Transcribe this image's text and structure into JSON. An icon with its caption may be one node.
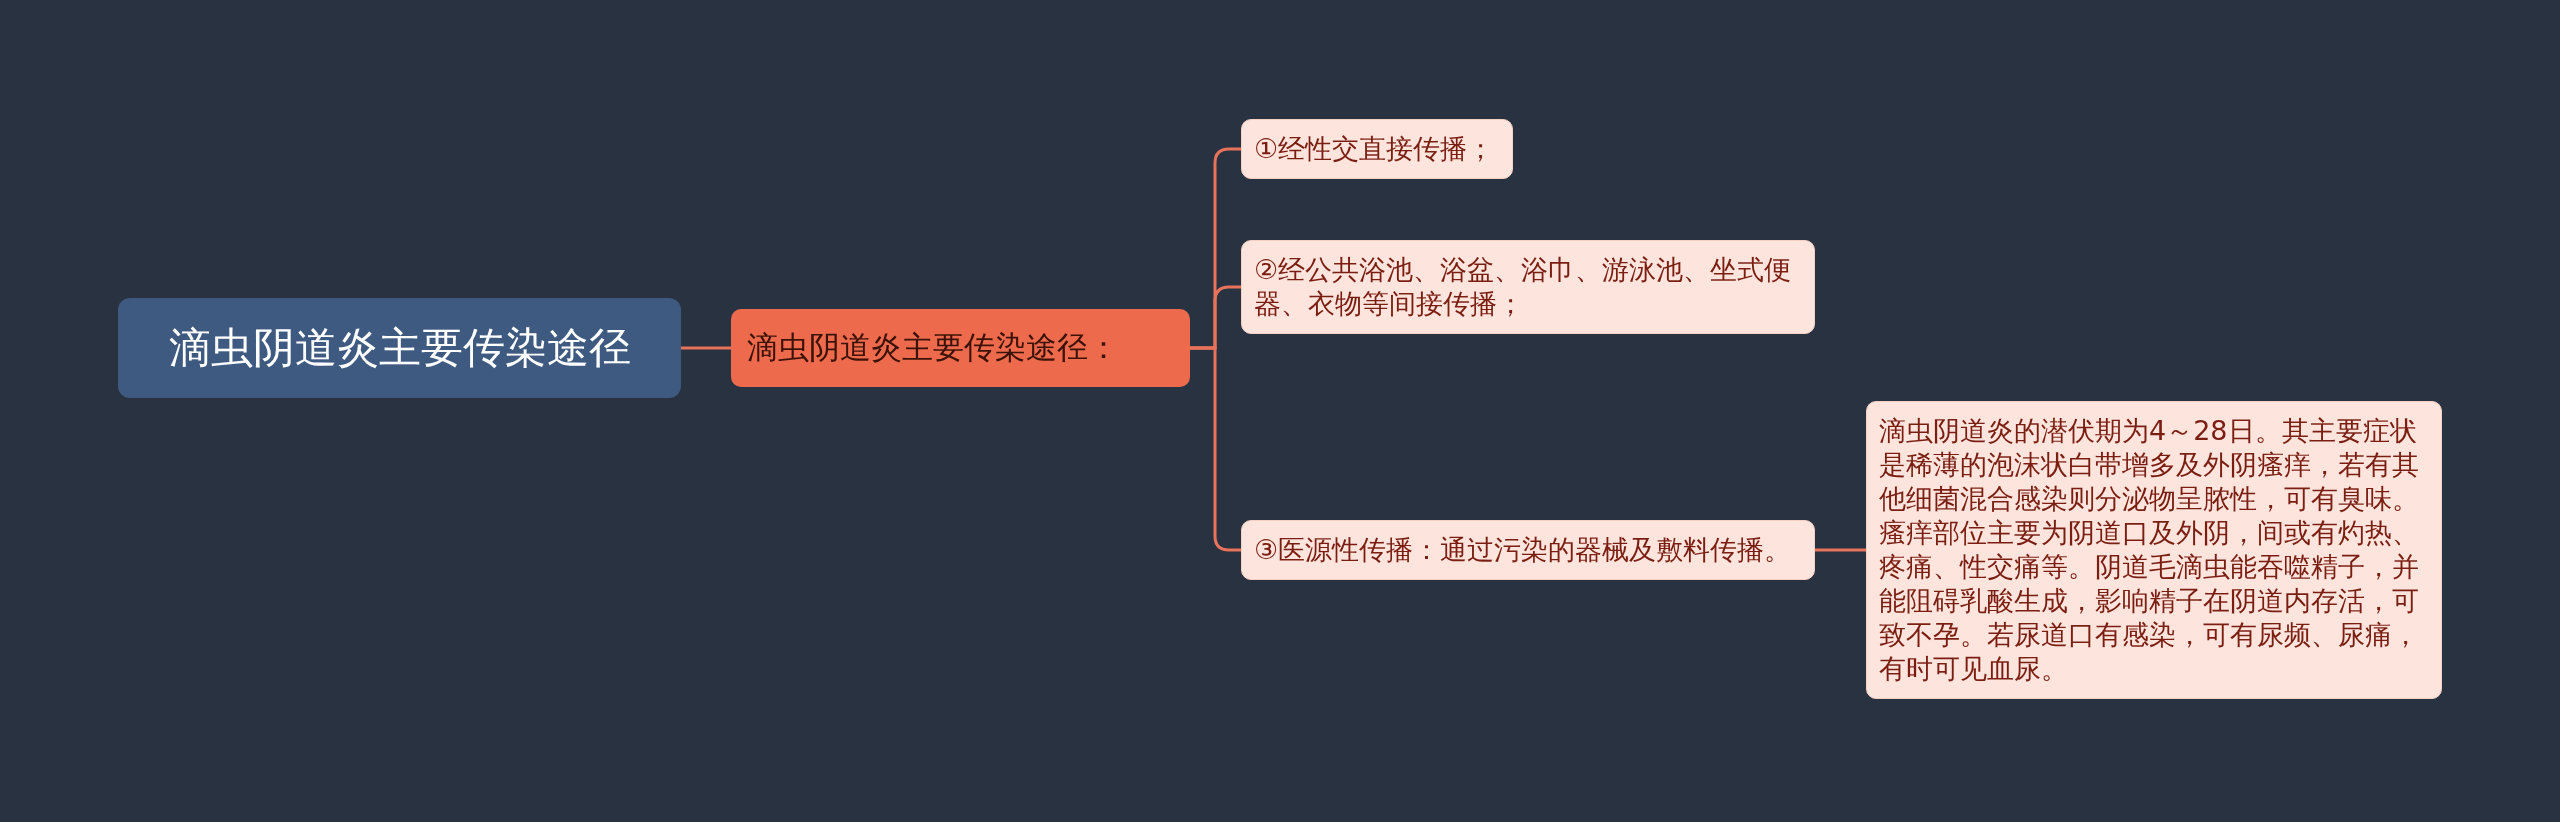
{
  "diagram": {
    "nodes": [
      {
        "text": [
          "滴虫阴道炎主要传染途径"
        ]
      },
      {
        "text": [
          "滴虫阴道炎主要传染途径："
        ]
      },
      {
        "text": [
          "①经性交直接传播；"
        ]
      },
      {
        "text": [
          "②经公共浴池、浴盆、浴巾、游泳池、坐式便器、衣物等间接传播；"
        ]
      },
      {
        "text": [
          "③医源性传播：通过污染的器械及敷料传播。"
        ]
      },
      {
        "text": [
          "滴虫阴道炎的潜伏期为4～28日。其主要症状是稀薄的泡沫状白带增多及外阴瘙痒，若有其他细菌混合感染则分泌物呈脓性，可有臭味。瘙痒部位主要为阴道口及外阴，间或有灼热、疼痛、性交痛等。阴道毛滴虫能吞噬精子，并能阻碍乳酸生成，影响精子在阴道内存活，可致不孕。若尿道口有感染，可有尿频、尿痛，有时可见血尿。"
        ]
      }
    ],
    "edges": [
      {
        "from": 0,
        "to": 1,
        "arrow": "none"
      },
      {
        "from": 1,
        "to": 2,
        "arrow": "none"
      },
      {
        "from": 1,
        "to": 3,
        "arrow": "none"
      },
      {
        "from": 1,
        "to": 4,
        "arrow": "none"
      },
      {
        "from": 4,
        "to": 5,
        "arrow": "none"
      }
    ]
  }
}
